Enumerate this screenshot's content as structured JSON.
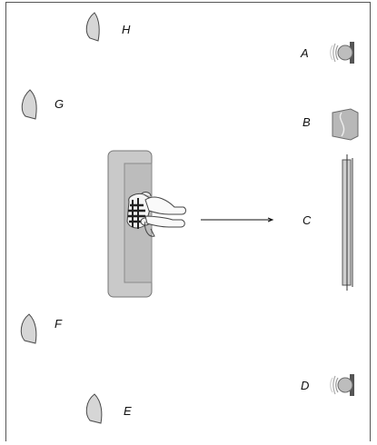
{
  "labels": {
    "A": "A",
    "B": "B",
    "C": "C",
    "D": "D",
    "E": "E",
    "F": "F",
    "G": "G",
    "H": "H"
  },
  "colors": {
    "speaker_fill": "#d6d6d6",
    "speaker_stroke": "#4a4a4a",
    "sofa_fill": "#c9c9c9",
    "sofa_inner": "#bdbdbd",
    "tv_fill": "#cfcfcf"
  },
  "icons": {
    "A": "front-speaker-icon",
    "B": "centre-speaker-icon",
    "C": "flat-screen-tv-icon",
    "D": "front-speaker-icon",
    "E": "rear-speaker-icon",
    "F": "rear-speaker-icon",
    "G": "rear-speaker-icon",
    "H": "rear-speaker-icon",
    "viewer": "person-on-sofa-icon",
    "direction": "viewing-direction-arrow-icon"
  }
}
